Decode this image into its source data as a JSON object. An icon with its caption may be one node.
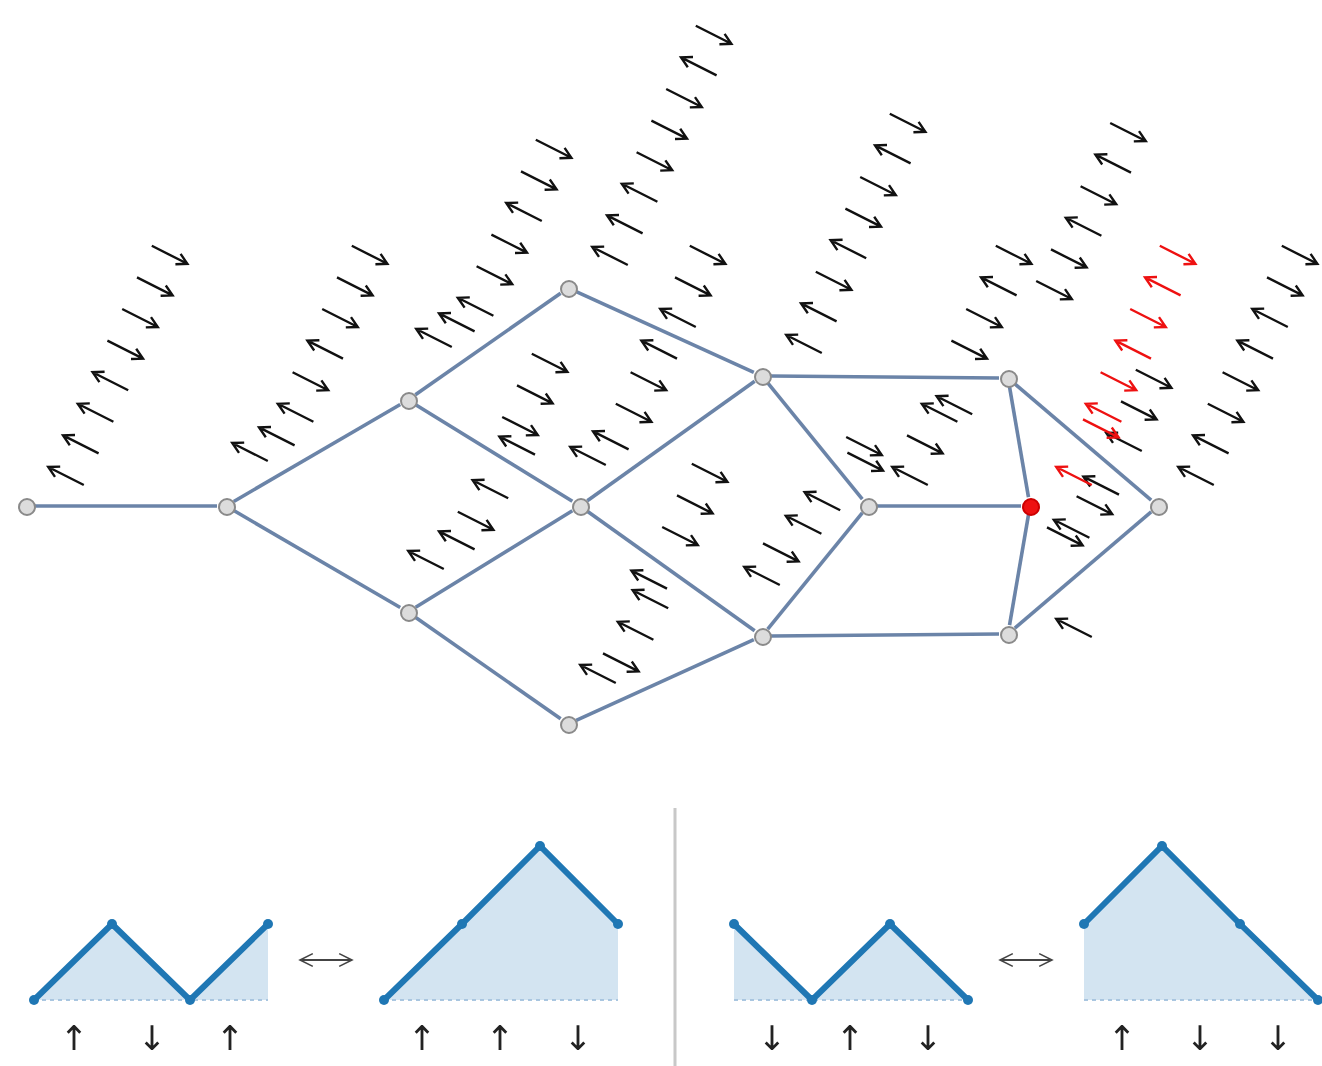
{
  "diagram": {
    "nodes": [
      {
        "text": [],
        "shape": "circle"
      },
      {
        "text": [],
        "shape": "circle"
      },
      {
        "text": [],
        "shape": "circle"
      },
      {
        "text": [],
        "shape": "circle"
      },
      {
        "text": [],
        "shape": "circle"
      },
      {
        "text": [],
        "shape": "circle"
      },
      {
        "text": [],
        "shape": "circle"
      },
      {
        "text": [],
        "shape": "circle"
      },
      {
        "text": [],
        "shape": "circle"
      },
      {
        "text": [],
        "shape": "circle"
      },
      {
        "text": [],
        "shape": "circle"
      },
      {
        "text": [],
        "shape": "circle"
      },
      {
        "text": [],
        "shape": "circle"
      },
      {
        "text": [],
        "shape": "circle"
      },
      {
        "text": [],
        "shape": "polygon",
        "beside": [
          "↑",
          "↓",
          "↑"
        ]
      },
      {
        "text": [],
        "shape": "polygon",
        "beside": [
          "↑",
          "↑",
          "↓"
        ]
      },
      {
        "text": [],
        "shape": "polygon",
        "beside": [
          "↓",
          "↑",
          "↓"
        ]
      },
      {
        "text": [],
        "shape": "polygon",
        "beside": [
          "↑",
          "↓",
          "↓"
        ]
      }
    ],
    "edges": [
      {
        "from": 0,
        "to": 1,
        "arrow": "none"
      },
      {
        "from": 1,
        "to": 2,
        "arrow": "none"
      },
      {
        "from": 1,
        "to": 3,
        "arrow": "none"
      },
      {
        "from": 2,
        "to": 4,
        "arrow": "none"
      },
      {
        "from": 2,
        "to": 5,
        "arrow": "none"
      },
      {
        "from": 3,
        "to": 5,
        "arrow": "none"
      },
      {
        "from": 3,
        "to": 6,
        "arrow": "none"
      },
      {
        "from": 4,
        "to": 7,
        "arrow": "none"
      },
      {
        "from": 5,
        "to": 7,
        "arrow": "none"
      },
      {
        "from": 5,
        "to": 8,
        "arrow": "none"
      },
      {
        "from": 6,
        "to": 8,
        "arrow": "none"
      },
      {
        "from": 7,
        "to": 9,
        "arrow": "none"
      },
      {
        "from": 7,
        "to": 10,
        "arrow": "none"
      },
      {
        "from": 8,
        "to": 9,
        "arrow": "none"
      },
      {
        "from": 8,
        "to": 12,
        "arrow": "none"
      },
      {
        "from": 9,
        "to": 11,
        "arrow": "none"
      },
      {
        "from": 10,
        "to": 11,
        "arrow": "none"
      },
      {
        "from": 10,
        "to": 13,
        "arrow": "none"
      },
      {
        "from": 11,
        "to": 12,
        "arrow": "none"
      },
      {
        "from": 12,
        "to": 13,
        "arrow": "none"
      },
      {
        "from": 14,
        "to": 15,
        "arrow": "both",
        "color": "#444444"
      },
      {
        "from": 16,
        "to": 17,
        "arrow": "both",
        "color": "#444444"
      }
    ]
  }
}
